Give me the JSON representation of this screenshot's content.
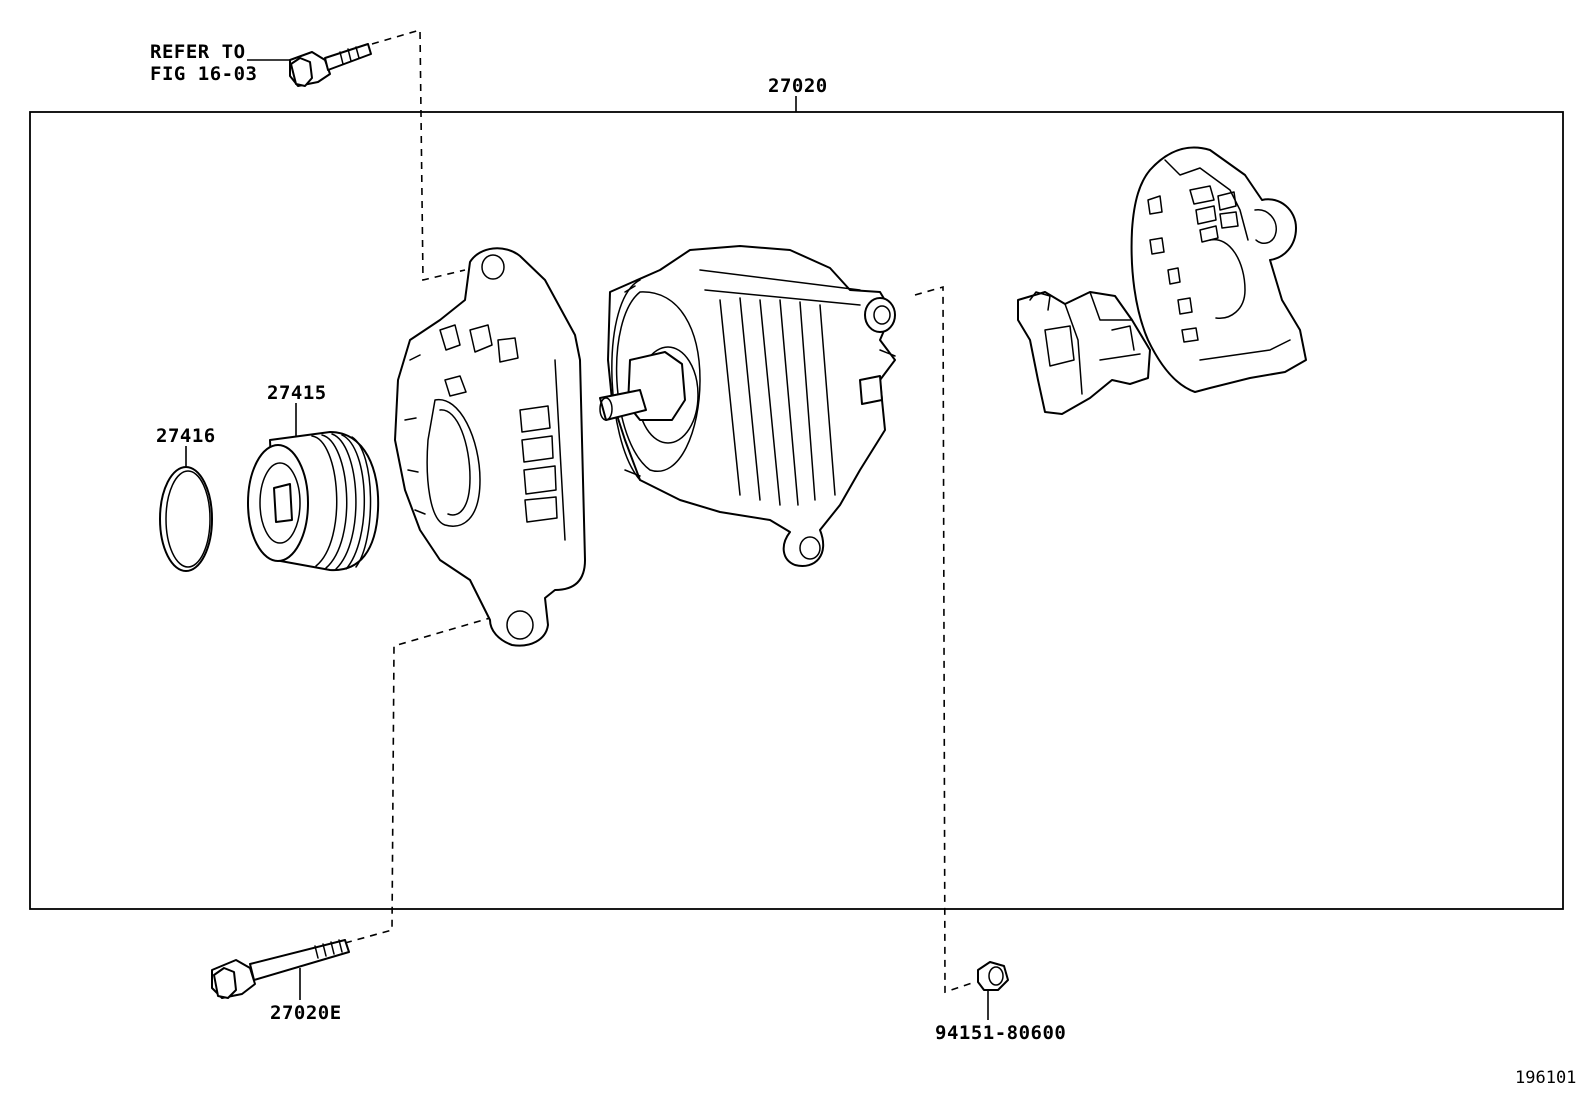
{
  "labels": {
    "refer_line1": "REFER TO",
    "refer_line2": "FIG 16-03",
    "assembly": "27020",
    "pulley": "27415",
    "cap": "27416",
    "through_bolt": "27020E",
    "nut": "94151-80600",
    "figure_id": "196101"
  },
  "icons": [
    "bolt-icon",
    "pulley-icon",
    "cap-icon",
    "drive-end-frame-icon",
    "stator-housing-icon",
    "regulator-icon",
    "rear-cover-icon",
    "nut-icon"
  ]
}
